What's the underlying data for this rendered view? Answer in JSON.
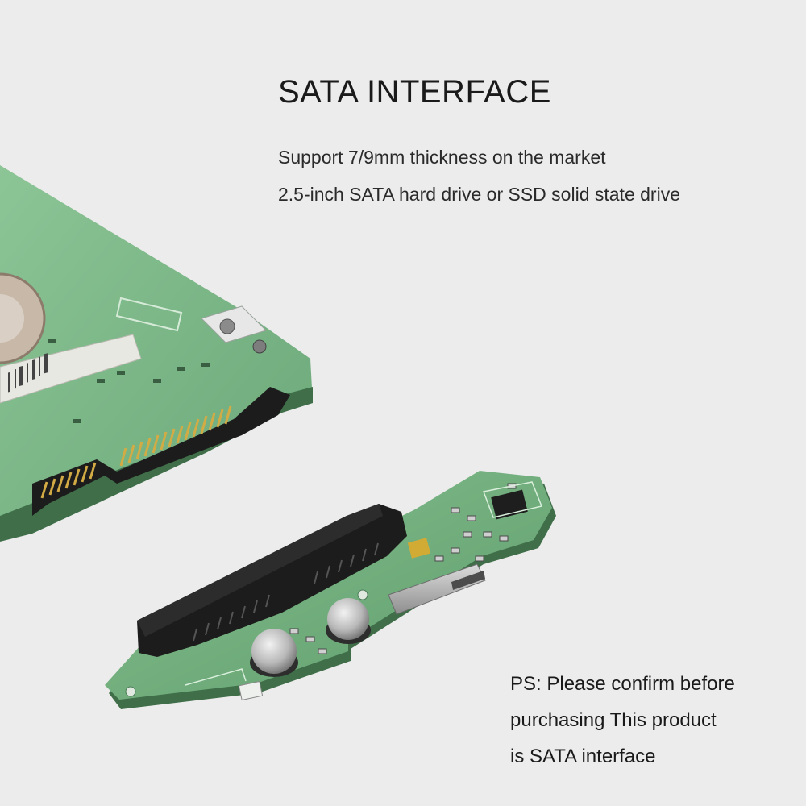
{
  "heading": {
    "title": "SATA INTERFACE"
  },
  "description": {
    "lines": [
      "Support 7/9mm thickness on the market",
      "2.5-inch SATA hard drive or SSD solid state drive"
    ]
  },
  "note": {
    "lines": [
      "PS: Please confirm before",
      "purchasing This product",
      "is SATA interface"
    ]
  },
  "colors": {
    "background": "#ececec",
    "pcb_green": "#7fb98a",
    "pcb_dark": "#5a9466",
    "connector_black": "#1c1c1c",
    "gold_pins": "#c9a13a"
  }
}
